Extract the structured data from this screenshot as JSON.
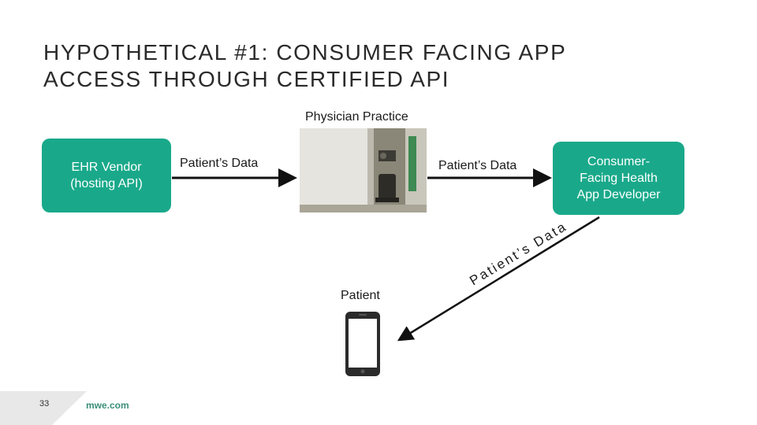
{
  "title": {
    "line1": "HYPOTHETICAL #1: CONSUMER FACING APP",
    "line2": "ACCESS THROUGH CERTIFIED API"
  },
  "diagram": {
    "practice_label": "Physician Practice",
    "ehr_vendor": {
      "line1": "EHR Vendor",
      "line2": "(hosting API)"
    },
    "app_developer": {
      "line1": "Consumer-",
      "line2": "Facing Health",
      "line3": "App Developer"
    },
    "edge_label_1": "Patient’s Data",
    "edge_label_2": "Patient’s Data",
    "edge_label_diagonal": "Patient’s Data",
    "patient_label": "Patient"
  },
  "colors": {
    "accent": "#19a98a",
    "footer_link": "#3a8e7a"
  },
  "footer": {
    "page_number": "33",
    "site": "mwe.com"
  }
}
